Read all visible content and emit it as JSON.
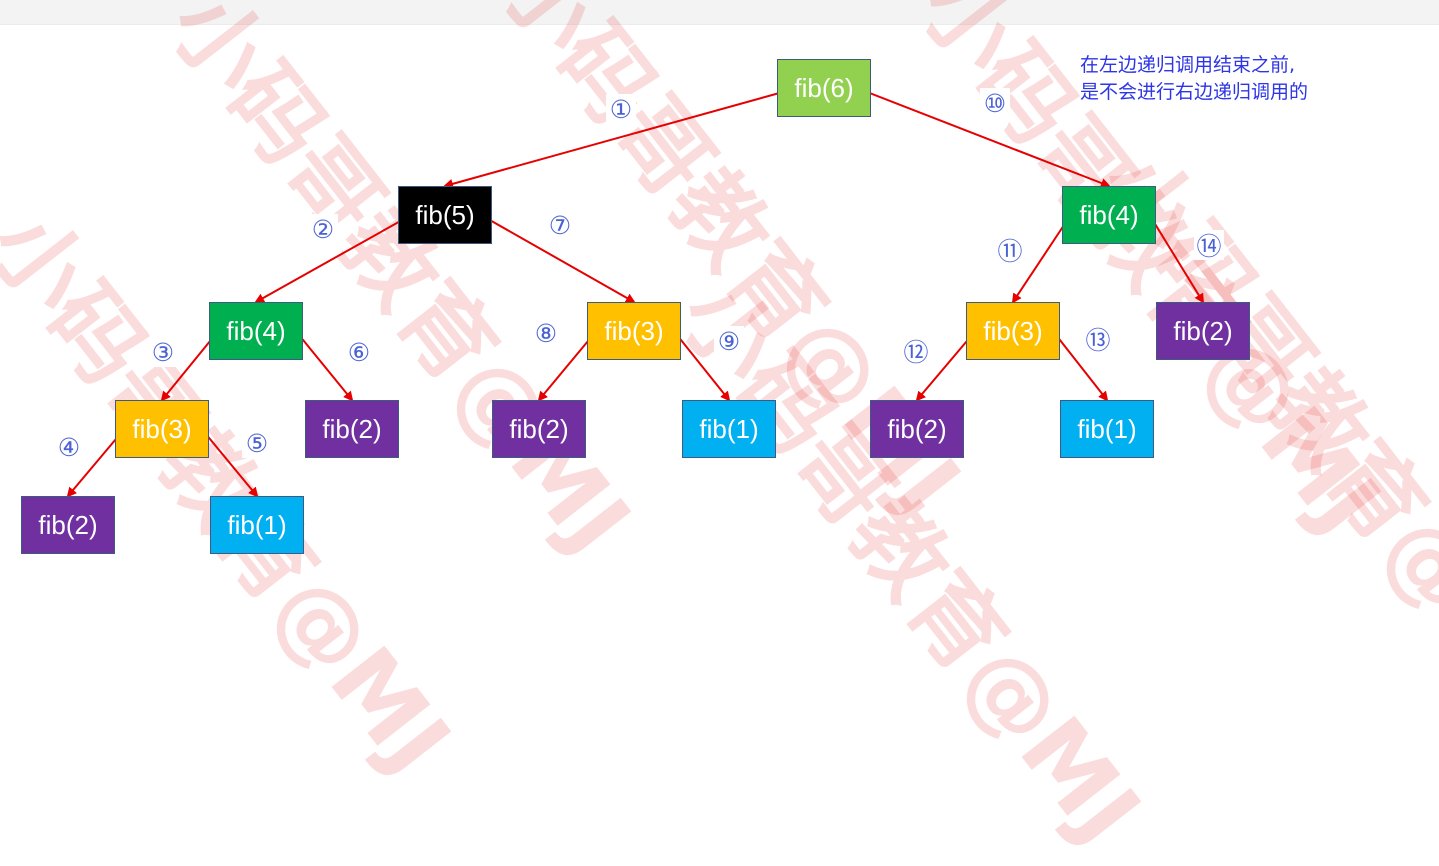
{
  "tree": {
    "nodes": [
      {
        "id": "n6",
        "label": "fib(6)",
        "color": "#92d050",
        "name": "node-fib6-root"
      },
      {
        "id": "n5",
        "label": "fib(5)",
        "color": "#000000",
        "name": "node-fib5"
      },
      {
        "id": "n4a",
        "label": "fib(4)",
        "color": "#00b050",
        "name": "node-fib4-left"
      },
      {
        "id": "n3a",
        "label": "fib(3)",
        "color": "#ffc000",
        "name": "node-fib3-left"
      },
      {
        "id": "n2a",
        "label": "fib(2)",
        "color": "#7030a0",
        "name": "node-fib2-a"
      },
      {
        "id": "n1a",
        "label": "fib(1)",
        "color": "#00b0f0",
        "name": "node-fib1-a"
      },
      {
        "id": "n2b",
        "label": "fib(2)",
        "color": "#7030a0",
        "name": "node-fib2-b"
      },
      {
        "id": "n3b",
        "label": "fib(3)",
        "color": "#ffc000",
        "name": "node-fib3-mid"
      },
      {
        "id": "n2c",
        "label": "fib(2)",
        "color": "#7030a0",
        "name": "node-fib2-c"
      },
      {
        "id": "n1b",
        "label": "fib(1)",
        "color": "#00b0f0",
        "name": "node-fib1-b"
      },
      {
        "id": "n4b",
        "label": "fib(4)",
        "color": "#00b050",
        "name": "node-fib4-right"
      },
      {
        "id": "n3c",
        "label": "fib(3)",
        "color": "#ffc000",
        "name": "node-fib3-right"
      },
      {
        "id": "n2d",
        "label": "fib(2)",
        "color": "#7030a0",
        "name": "node-fib2-d"
      },
      {
        "id": "n1c",
        "label": "fib(1)",
        "color": "#00b0f0",
        "name": "node-fib1-c"
      },
      {
        "id": "n2e",
        "label": "fib(2)",
        "color": "#7030a0",
        "name": "node-fib2-e"
      }
    ],
    "edges": [
      {
        "from": "n6",
        "to": "n5",
        "step": "①"
      },
      {
        "from": "n5",
        "to": "n4a",
        "step": "②"
      },
      {
        "from": "n4a",
        "to": "n3a",
        "step": "③"
      },
      {
        "from": "n3a",
        "to": "n2a",
        "step": "④"
      },
      {
        "from": "n3a",
        "to": "n1a",
        "step": "⑤"
      },
      {
        "from": "n4a",
        "to": "n2b",
        "step": "⑥"
      },
      {
        "from": "n5",
        "to": "n3b",
        "step": "⑦"
      },
      {
        "from": "n3b",
        "to": "n2c",
        "step": "⑧"
      },
      {
        "from": "n3b",
        "to": "n1b",
        "step": "⑨"
      },
      {
        "from": "n6",
        "to": "n4b",
        "step": "⑩"
      },
      {
        "from": "n4b",
        "to": "n3c",
        "step": "⑪"
      },
      {
        "from": "n3c",
        "to": "n2d",
        "step": "⑫"
      },
      {
        "from": "n3c",
        "to": "n1c",
        "step": "⑬"
      },
      {
        "from": "n4b",
        "to": "n2e",
        "step": "⑭"
      }
    ],
    "edge_color": "#e60000"
  },
  "note": {
    "line1": "在左边递归调用结束之前,",
    "line2": "是不会进行右边递归调用的"
  },
  "watermark": {
    "text": "小码哥教育@MJ",
    "color": "#e62828"
  }
}
